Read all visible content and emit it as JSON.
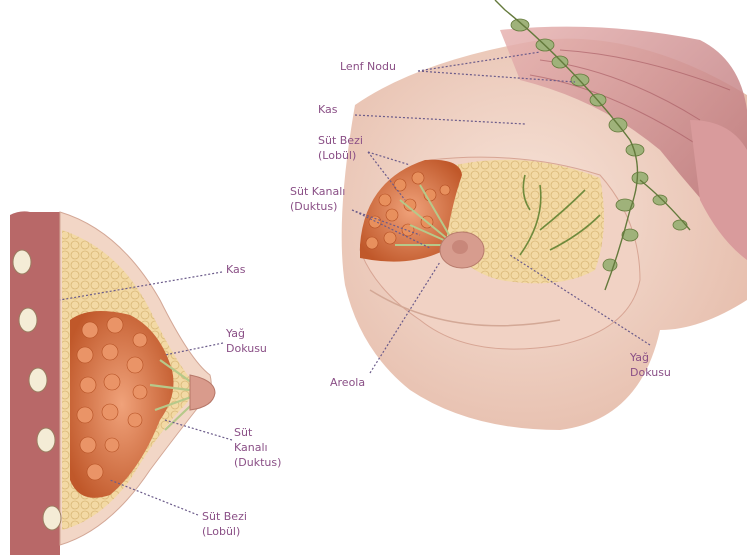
{
  "labels": {
    "lenf_nodu": "Lenf Nodu",
    "kas_top": "Kas",
    "sut_bezi_top_1": "Süt Bezi",
    "sut_bezi_top_2": "(Lobül)",
    "sut_kanali_top_1": "Süt Kanalı",
    "sut_kanali_top_2": "(Duktus)",
    "areola": "Areola",
    "yag_top_1": "Yağ",
    "yag_top_2": "Dokusu",
    "kas_side": "Kas",
    "yag_side_1": "Yağ",
    "yag_side_2": "Dokusu",
    "sut_kanali_side_1": "Süt",
    "sut_kanali_side_2": "Kanalı",
    "sut_kanali_side_3": "(Duktus)",
    "sut_bezi_side_1": "Süt Bezi",
    "sut_bezi_side_2": "(Lobül)"
  },
  "colors": {
    "label_text": "#8a4f86",
    "leader_line": "#6b5b8a",
    "skin": "#f1d6c8",
    "muscle": "#c98b8d",
    "fat": "#f3d7a0",
    "lobule": "#d97a3e",
    "lymph": "#9fb27a",
    "rib": "#f4ecd6"
  }
}
